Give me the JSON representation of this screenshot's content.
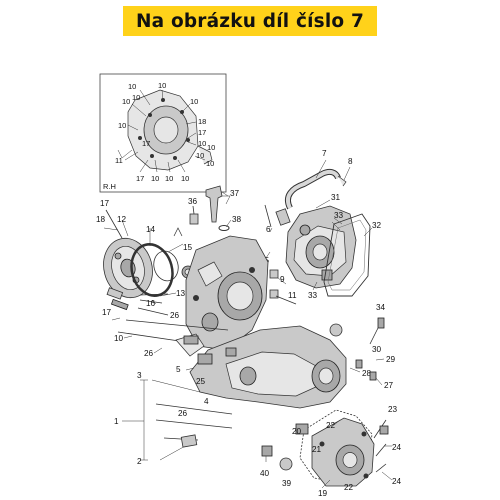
{
  "banner": {
    "text": "Na obrázku díl číslo 7",
    "color": "#ffd21a"
  },
  "inset": {
    "label": "R.H",
    "callouts": [
      "10",
      "10",
      "10",
      "10",
      "10",
      "10",
      "10",
      "10",
      "10",
      "18",
      "17",
      "17",
      "11",
      "17",
      "10",
      "10",
      "10",
      "10"
    ]
  },
  "callouts": {
    "c7": "7",
    "c8": "8",
    "c31": "31",
    "c6": "6",
    "c33a": "33",
    "c32": "32",
    "c37": "37",
    "c38": "38",
    "c36": "36",
    "c35": "35",
    "c9": "9",
    "c33b": "33",
    "c11": "11",
    "c17a": "17",
    "c18": "18",
    "c12": "12",
    "c14": "14",
    "c15": "15",
    "c13": "13",
    "c16": "16",
    "c17b": "17",
    "c10": "10",
    "c26a": "26",
    "c26b": "26",
    "c34": "34",
    "c30": "30",
    "c29": "29",
    "c28": "28",
    "c27": "27",
    "c3": "3",
    "c5": "5",
    "c25": "25",
    "c4": "4",
    "c26c": "26",
    "c1": "1",
    "c2": "2",
    "c22a": "22",
    "c23": "23",
    "c24a": "24",
    "c20": "20",
    "c21": "21",
    "c40": "40",
    "c39": "39",
    "c19": "19",
    "c22b": "22",
    "c24b": "24"
  }
}
